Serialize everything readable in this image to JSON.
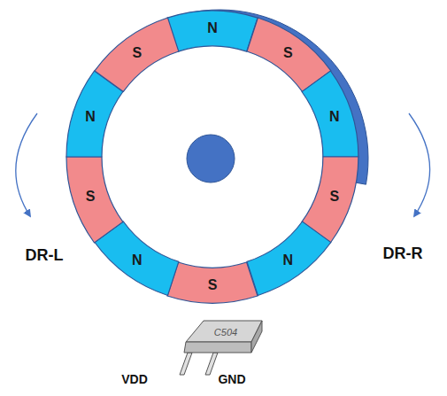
{
  "diagram": {
    "nodes": [
      {
        "text": [
          "N"
        ]
      },
      {
        "text": [
          "S"
        ]
      },
      {
        "text": [
          "N"
        ]
      },
      {
        "text": [
          "S"
        ]
      },
      {
        "text": [
          "N"
        ]
      },
      {
        "text": [
          "S"
        ]
      },
      {
        "text": [
          "N"
        ]
      },
      {
        "text": [
          "S"
        ]
      },
      {
        "text": [
          "N"
        ]
      },
      {
        "text": [
          "S"
        ]
      },
      {
        "text": [
          "C504"
        ]
      }
    ],
    "labels": [
      "DR-L",
      "DR-R",
      "VDD",
      "GND"
    ]
  }
}
